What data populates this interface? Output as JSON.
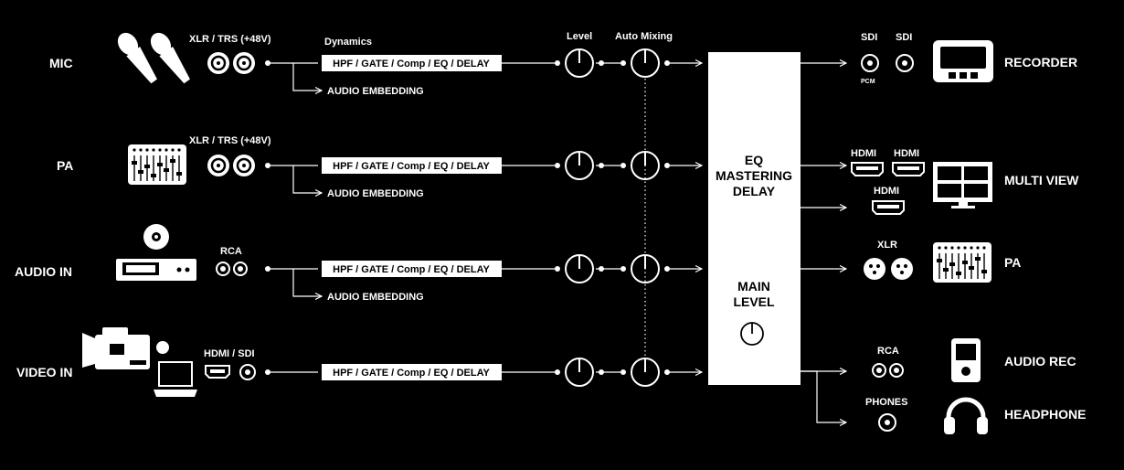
{
  "inputs": {
    "mic": "MIC",
    "pa": "PA",
    "audio_in": "AUDIO IN",
    "video_in": "VIDEO IN"
  },
  "connectors": {
    "mic": "XLR / TRS (+48V)",
    "pa": "XLR / TRS (+48V)",
    "audio_in": "RCA",
    "video_in": "HDMI / SDI"
  },
  "headers": {
    "dynamics": "Dynamics",
    "level": "Level",
    "auto_mixing": "Auto Mixing"
  },
  "processing": {
    "label": "HPF / GATE / Comp / EQ / DELAY",
    "embedding": "AUDIO EMBEDDING"
  },
  "center": {
    "line1": "EQ",
    "line2": "MASTERING",
    "line3": "DELAY",
    "main1": "MAIN",
    "main2": "LEVEL"
  },
  "out_connectors": {
    "sdi1": "SDI",
    "sdi2": "SDI",
    "pcm": "PCM",
    "hdmi1": "HDMI",
    "hdmi2": "HDMI",
    "hdmi3": "HDMI",
    "xlr": "XLR",
    "rca": "RCA",
    "phones": "PHONES"
  },
  "outputs": {
    "recorder": "RECORDER",
    "multi_view": "MULTI VIEW",
    "pa": "PA",
    "audio_rec": "AUDIO REC",
    "headphone": "HEADPHONE"
  },
  "colors": {
    "background": "#000000",
    "foreground": "#ffffff"
  }
}
